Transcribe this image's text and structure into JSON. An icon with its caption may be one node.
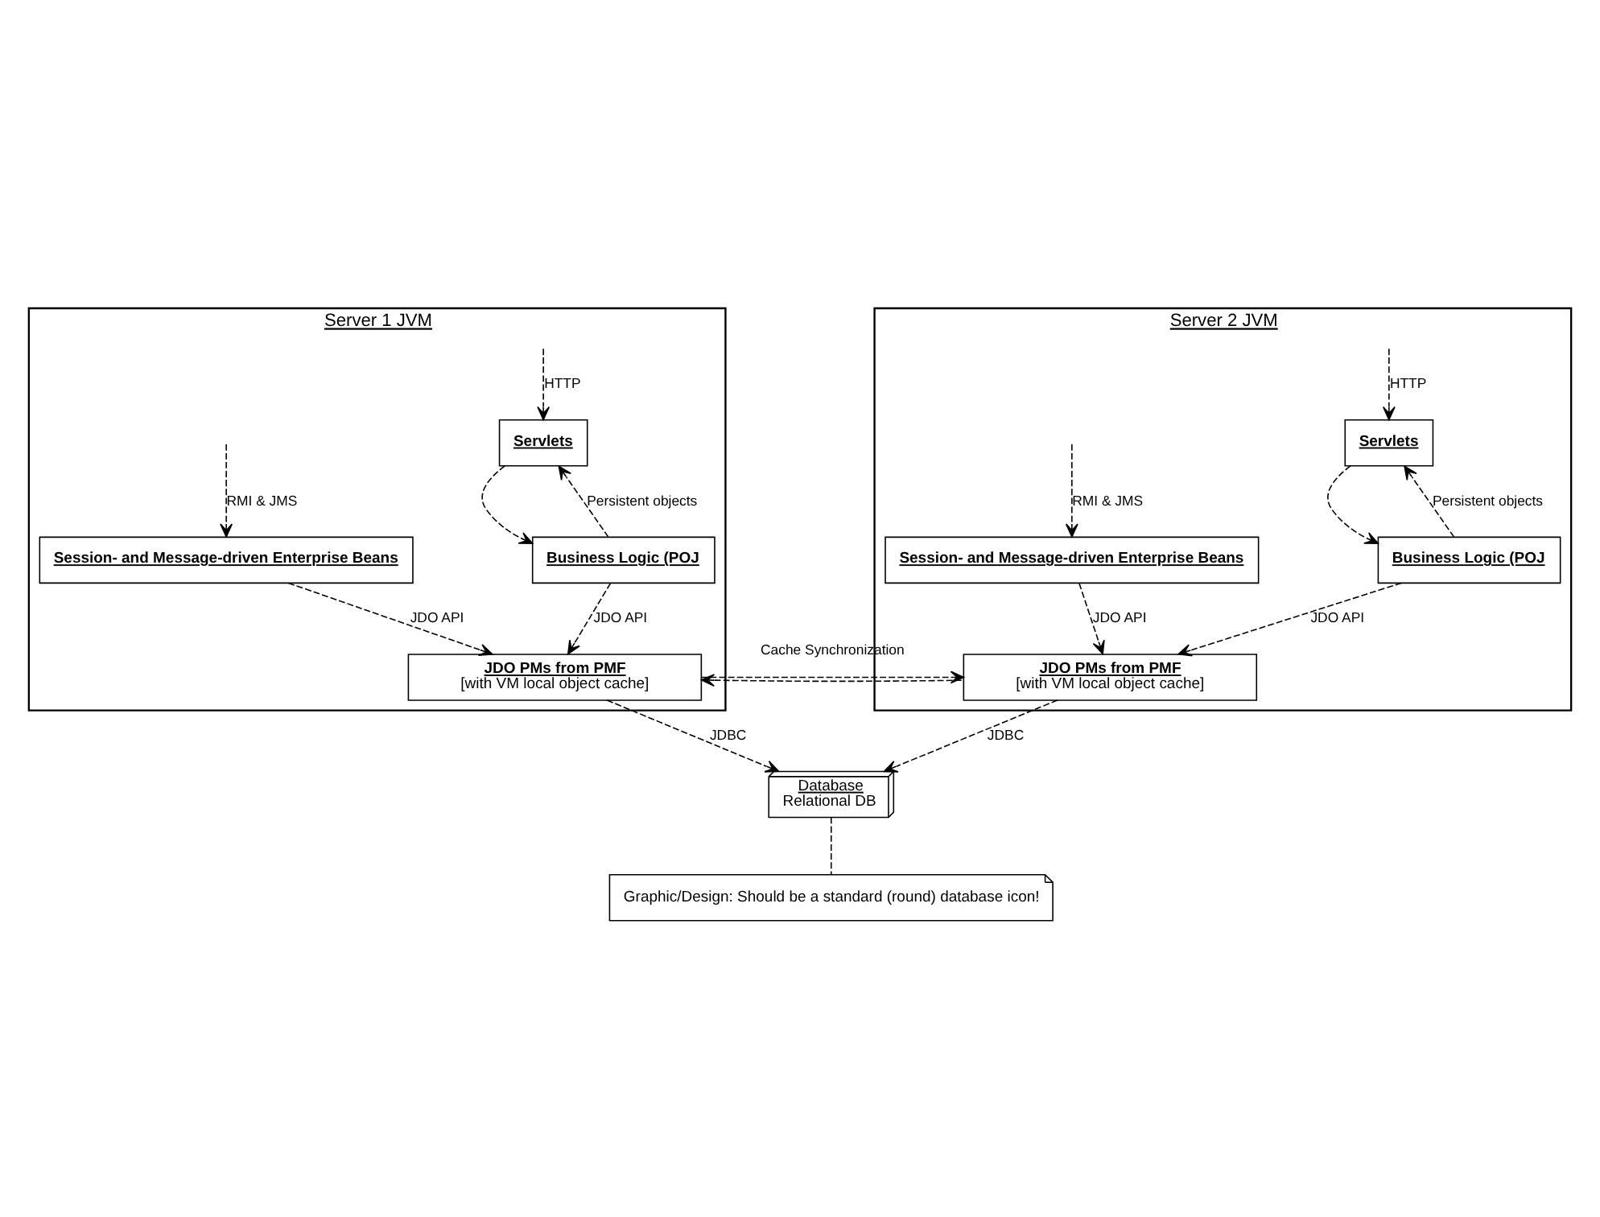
{
  "diagram": {
    "nodes": [
      {
        "text": [
          "Server 1 JVM"
        ]
      },
      {
        "text": [
          "Servlets"
        ],
        "in": 0
      },
      {
        "text": [
          "Session- and Message-driven Enterprise Beans"
        ],
        "in": 0
      },
      {
        "text": [
          "Business Logic (POJ"
        ],
        "in": 0
      },
      {
        "text": [
          "JDO PMs from PMF",
          "[with VM local object cache]"
        ],
        "in": 0
      },
      {
        "text": [
          "Server 2 JVM"
        ]
      },
      {
        "text": [
          "Servlets"
        ],
        "in": 5
      },
      {
        "text": [
          "Session- and Message-driven Enterprise Beans"
        ],
        "in": 5
      },
      {
        "text": [
          "Business Logic (POJ"
        ],
        "in": 5
      },
      {
        "text": [
          "JDO PMs from PMF",
          "[with VM local object cache]"
        ],
        "in": 5
      },
      {
        "text": [
          "Database",
          "Relational DB"
        ]
      },
      {
        "text": [
          "Graphic/Design: Should be a standard (round) database icon!"
        ]
      }
    ],
    "edges": [
      {
        "from": null,
        "to": 1,
        "arrow": "to",
        "label": "HTTP",
        "style": "dashed"
      },
      {
        "from": null,
        "to": 2,
        "arrow": "to",
        "label": "RMI & JMS",
        "style": "dashed"
      },
      {
        "from": null,
        "to": 6,
        "arrow": "to",
        "label": "HTTP",
        "style": "dashed"
      },
      {
        "from": null,
        "to": 7,
        "arrow": "to",
        "label": "RMI & JMS",
        "style": "dashed"
      },
      {
        "from": 1,
        "to": 3,
        "arrow": "to",
        "style": "dashed"
      },
      {
        "from": 3,
        "to": 1,
        "arrow": "to",
        "label": "Persistent objects",
        "style": "dashed"
      },
      {
        "from": 3,
        "to": 4,
        "arrow": "to",
        "label": "JDO API",
        "style": "dashed"
      },
      {
        "from": 2,
        "to": 4,
        "arrow": "to",
        "label": "JDO API",
        "style": "dashed"
      },
      {
        "from": 6,
        "to": 8,
        "arrow": "to",
        "style": "dashed"
      },
      {
        "from": 8,
        "to": 6,
        "arrow": "to",
        "label": "Persistent objects",
        "style": "dashed"
      },
      {
        "from": 8,
        "to": 9,
        "arrow": "to",
        "label": "JDO API",
        "style": "dashed"
      },
      {
        "from": 7,
        "to": 9,
        "arrow": "to",
        "label": "JDO API",
        "style": "dashed"
      },
      {
        "from": 4,
        "to": 9,
        "arrow": "to",
        "label": "Cache Synchronization",
        "style": "dashed"
      },
      {
        "from": 9,
        "to": 4,
        "arrow": "to",
        "style": "dashed"
      },
      {
        "from": 4,
        "to": 10,
        "arrow": "to",
        "label": "JDBC",
        "style": "dashed"
      },
      {
        "from": 9,
        "to": 10,
        "arrow": "to",
        "label": "JDBC",
        "style": "dashed"
      },
      {
        "from": 10,
        "to": 11,
        "arrow": "none",
        "style": "dashed"
      }
    ]
  }
}
